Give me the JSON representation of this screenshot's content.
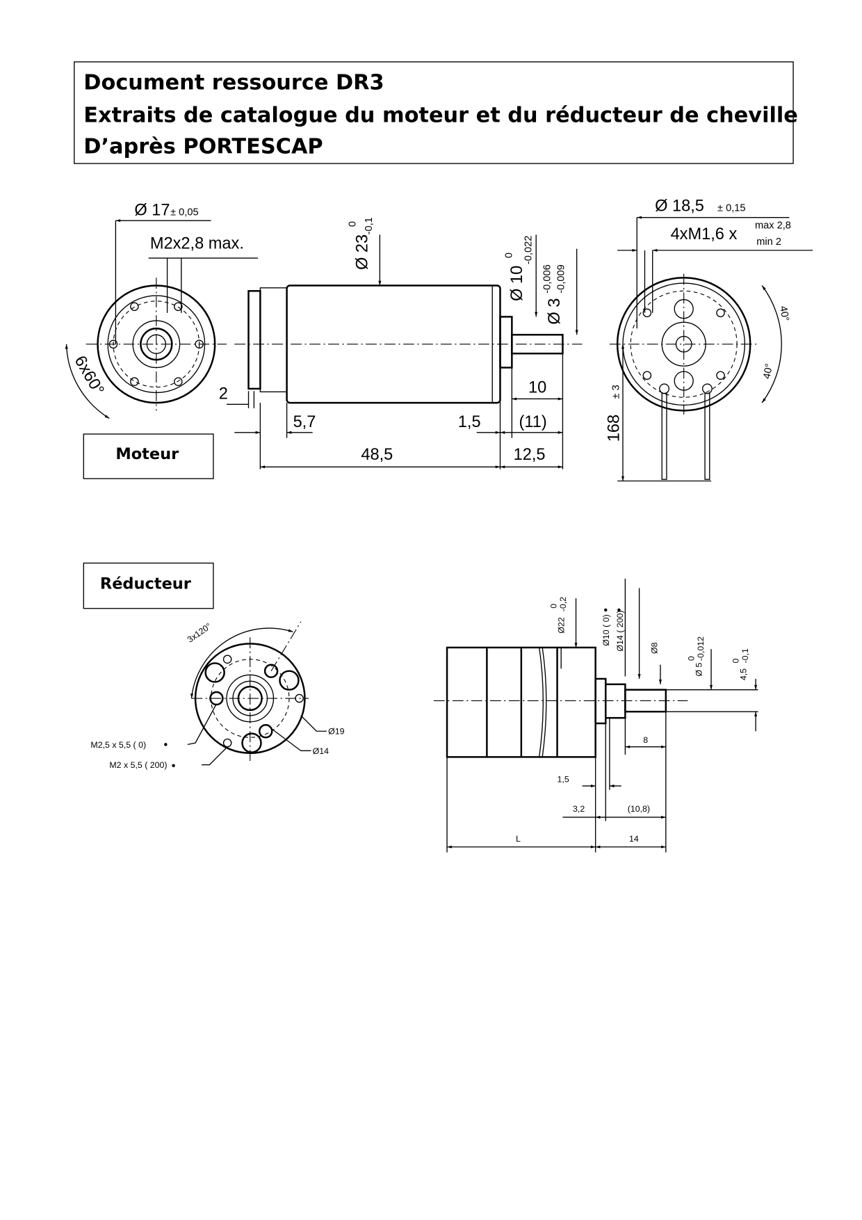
{
  "header": {
    "line1": "Document ressource DR3",
    "line2": "Extraits de catalogue du moteur et du réducteur de cheville",
    "line3": "D’après PORTESCAP"
  },
  "motor": {
    "label": "Moteur",
    "front": {
      "dia": "Ø 17",
      "dia_tol": "± 0,05",
      "thread": "M2x2,8 max.",
      "angle": "6x60°"
    },
    "side": {
      "dia_body": "Ø 23",
      "dia_body_tol_up": "0",
      "dia_body_tol_low": "-0,1",
      "dia_flange": "Ø 10",
      "dia_flange_tol_up": "0",
      "dia_flange_tol_low": "-0,022",
      "dia_shaft": "Ø 3",
      "dia_shaft_tol_up": "-0,006",
      "dia_shaft_tol_low": "-0,009",
      "dim_2": "2",
      "dim_5_7": "5,7",
      "dim_1_5": "1,5",
      "dim_10": "10",
      "dim_11": "(11)",
      "dim_48_5": "48,5",
      "dim_12_5": "12,5"
    },
    "rear": {
      "dia": "Ø 18,5",
      "dia_tol": "± 0,15",
      "thread": "4xM1,6 x",
      "thread_max": "max 2,8",
      "thread_min": "min 2",
      "angle_top": "40°",
      "angle_bottom": "40°",
      "lead_length": "168",
      "lead_tol": "± 3"
    }
  },
  "reducer": {
    "label": "Réducteur",
    "front": {
      "angle": "3x120°",
      "thread_0": "M2,5 x 5,5 ( 0)",
      "thread_200": "M2 x 5,5 ( 200)",
      "dia_19": "Ø19",
      "dia_14": "Ø14"
    },
    "side": {
      "dia_22": "Ø22",
      "dia_22_tol_up": "0",
      "dia_22_tol_low": "-0,2",
      "dia_10": "Ø10 ( 0)",
      "dia_14": "Ø14 ( 200)",
      "dia_8": "Ø8",
      "dia_5": "Ø 5",
      "dia_5_tol_up": "0",
      "dia_5_tol_low": "-0,012",
      "flat": "4,5",
      "flat_tol_up": "0",
      "flat_tol_low": "-0,1",
      "dim_8": "8",
      "dim_1_5": "1,5",
      "dim_3_2": "3,2",
      "dim_10_8": "(10,8)",
      "dim_L": "L",
      "dim_14": "14"
    }
  }
}
